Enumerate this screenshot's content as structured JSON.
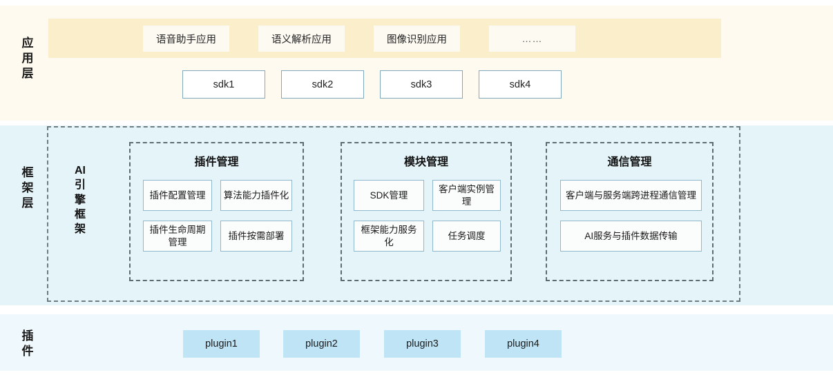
{
  "diagram": {
    "title": "AI Engine Framework Layered Architecture",
    "colors": {
      "app_layer_bg": "#fefaef",
      "app_band_bg": "#fbeeca",
      "framework_layer_bg": "#e4f4f9",
      "plugin_layer_bg": "#eff8fc",
      "plugin_box_bg": "#bfe4f5",
      "sdk_box_border": "#7fa8bd",
      "cell_border": "#8fb8cc",
      "dashed_border": "#6b7b80",
      "text": "#1a1a1a"
    }
  },
  "layers": {
    "application": {
      "label": "应用层",
      "label_chars": [
        "应",
        "用",
        "层"
      ],
      "apps": [
        {
          "label": "语音助手应用"
        },
        {
          "label": "语义解析应用"
        },
        {
          "label": "图像识别应用"
        },
        {
          "label": "……"
        }
      ],
      "sdks": [
        {
          "label": "sdk1"
        },
        {
          "label": "sdk2"
        },
        {
          "label": "sdk3"
        },
        {
          "label": "sdk4"
        }
      ]
    },
    "framework": {
      "label": "框架层",
      "label_chars": [
        "框",
        "架",
        "层"
      ],
      "engine": {
        "label": "AI引擎框架",
        "label_chars": [
          "AI",
          "引",
          "擎",
          "框",
          "架"
        ]
      },
      "groups": [
        {
          "title": "插件管理",
          "cells": [
            {
              "label": "插件配置管理"
            },
            {
              "label": "算法能力插件化"
            },
            {
              "label": "插件生命周期管理"
            },
            {
              "label": "插件按需部署"
            }
          ]
        },
        {
          "title": "模块管理",
          "cells": [
            {
              "label": "SDK管理"
            },
            {
              "label": "客户端实例管理"
            },
            {
              "label": "框架能力服务化"
            },
            {
              "label": "任务调度"
            }
          ]
        },
        {
          "title": "通信管理",
          "cells": [
            {
              "label": "客户端与服务端跨进程通信管理"
            },
            {
              "label": "AI服务与插件数据传输"
            }
          ]
        }
      ]
    },
    "plugin": {
      "label": "插件",
      "label_chars": [
        "插",
        "件"
      ],
      "plugins": [
        {
          "label": "plugin1"
        },
        {
          "label": "plugin2"
        },
        {
          "label": "plugin3"
        },
        {
          "label": "plugin4"
        }
      ]
    }
  }
}
